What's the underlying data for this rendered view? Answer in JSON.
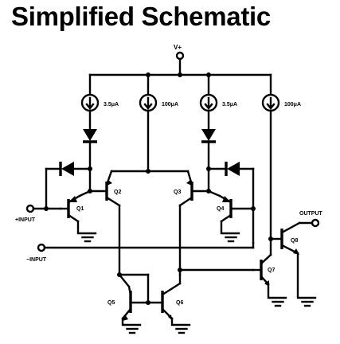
{
  "title": "Simplified Schematic",
  "supply_label": "V+",
  "current_sources": [
    "3.5μA",
    "100μA",
    "3.5μA",
    "100μA"
  ],
  "transistors": [
    "Q1",
    "Q2",
    "Q3",
    "Q4",
    "Q5",
    "Q6",
    "Q7",
    "Q8"
  ],
  "pins": {
    "plus_input": "+INPUT",
    "minus_input": "−INPUT",
    "output": "OUTPUT"
  }
}
